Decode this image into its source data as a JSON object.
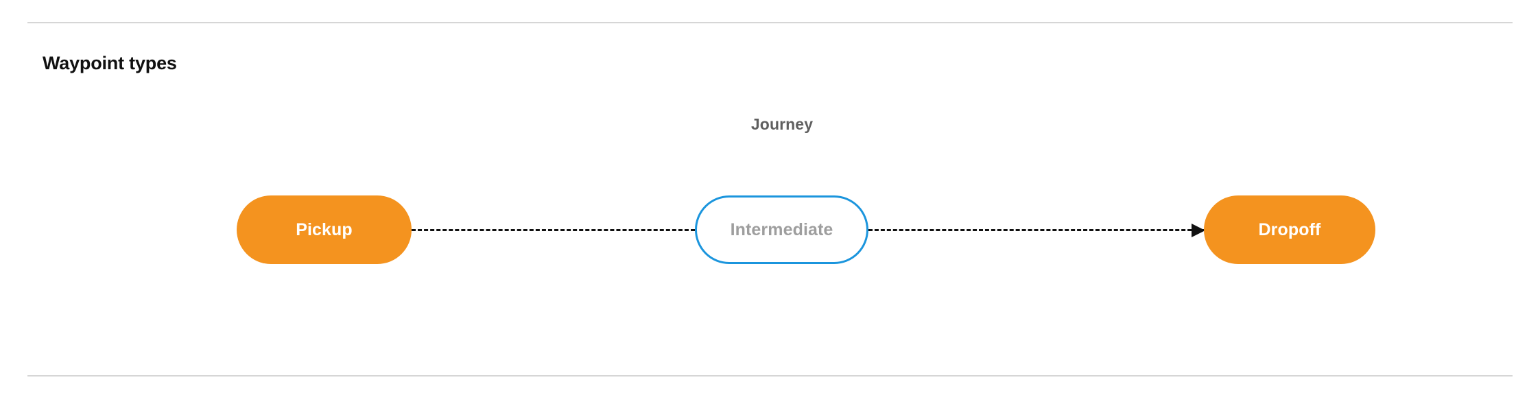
{
  "section": {
    "title": "Waypoint types",
    "divider_color": "#d6d6d6"
  },
  "diagram": {
    "group_label": "Journey",
    "group_label_color": "#5f5f5f",
    "nodes": [
      {
        "id": "pickup",
        "label": "Pickup",
        "style": "filled",
        "fill": "#f4931f",
        "text_color": "#ffffff"
      },
      {
        "id": "intermediate",
        "label": "Intermediate",
        "style": "outlined",
        "fill": "#ffffff",
        "border_color": "#1b95dd",
        "text_color": "#9e9e9e"
      },
      {
        "id": "dropoff",
        "label": "Dropoff",
        "style": "filled",
        "fill": "#f4931f",
        "text_color": "#ffffff"
      }
    ],
    "connectors": [
      {
        "id": "pickup-to-intermediate",
        "from": "pickup",
        "to": "intermediate",
        "style": "dashed",
        "color": "#111111",
        "arrowhead": false
      },
      {
        "id": "intermediate-to-dropoff",
        "from": "intermediate",
        "to": "dropoff",
        "style": "dashed",
        "color": "#111111",
        "arrowhead": true
      }
    ]
  }
}
